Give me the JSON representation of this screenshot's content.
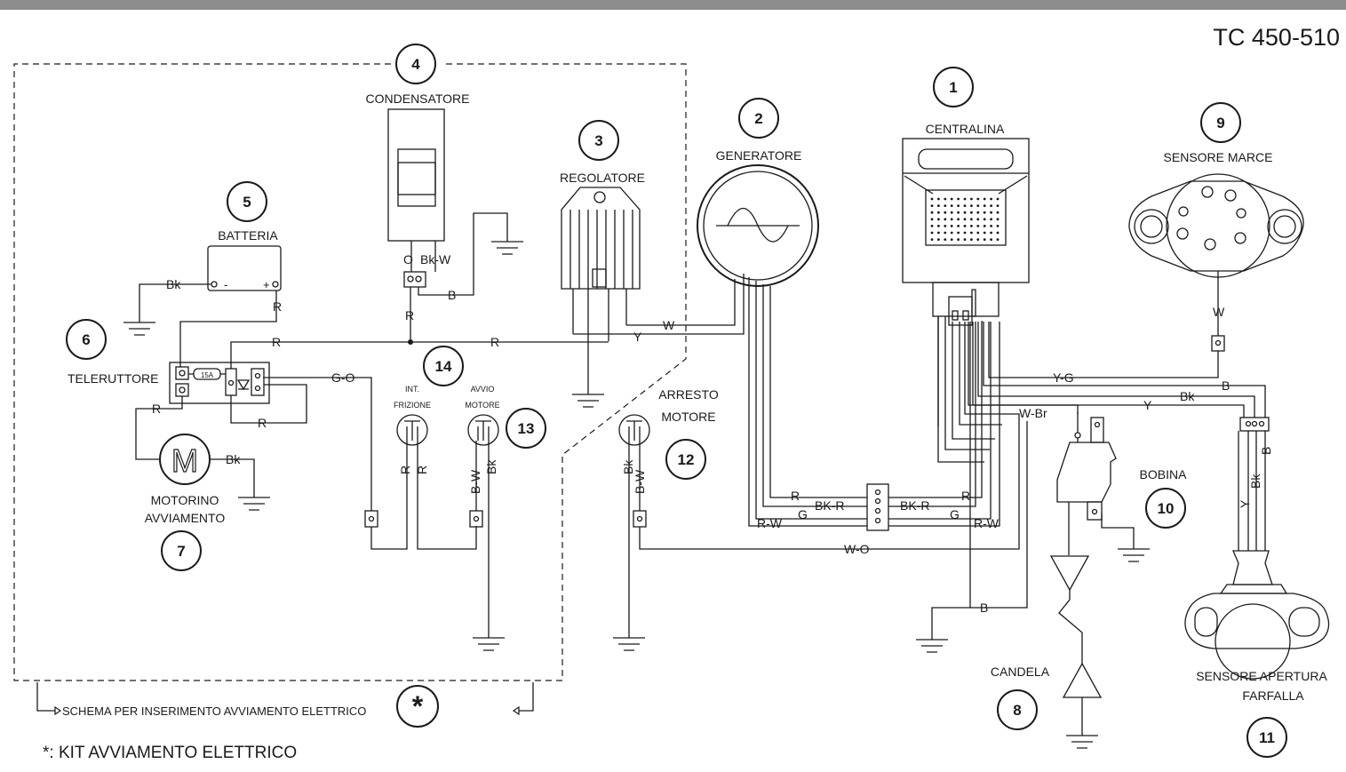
{
  "title": "TC 450-510",
  "footnote": "*: KIT AVVIAMENTO ELETTRICO",
  "note": "SCHEMA PER INSERIMENTO AVVIAMENTO ELETTRICO",
  "asterisk": "*",
  "components": [
    {
      "num": "1",
      "name": "CENTRALINA"
    },
    {
      "num": "2",
      "name": "GENERATORE"
    },
    {
      "num": "3",
      "name": "REGOLATORE"
    },
    {
      "num": "4",
      "name": "CONDENSATORE"
    },
    {
      "num": "5",
      "name": "BATTERIA"
    },
    {
      "num": "6",
      "name": "TELERUTTORE"
    },
    {
      "num": "7",
      "name": "MOTORINO",
      "name2": "AVVIAMENTO"
    },
    {
      "num": "8",
      "name": "CANDELA"
    },
    {
      "num": "9",
      "name": "SENSORE MARCE"
    },
    {
      "num": "10",
      "name": "BOBINA"
    },
    {
      "num": "11",
      "name": "SENSORE APERTURA",
      "name2": "FARFALLA"
    },
    {
      "num": "12",
      "name": "ARRESTO",
      "name2": "MOTORE"
    },
    {
      "num": "13",
      "name": "AVVIO",
      "name2": "MOTORE"
    },
    {
      "num": "14",
      "name": "INT.",
      "name2": "FRIZIONE"
    }
  ],
  "fuse_label": "15A",
  "motor_symbol": "M",
  "battery": {
    "minus": "-",
    "plus": "+"
  },
  "wires": {
    "bk": "Bk",
    "r": "R",
    "o": "O",
    "bkw": "Bk-W",
    "b": "B",
    "w": "W",
    "y": "Y",
    "go": "G-O",
    "bw": "B-W",
    "wo": "W-O",
    "wbr": "W-Br",
    "yg": "Y-G",
    "bkr": "BK-R",
    "g": "G",
    "rw": "R-W"
  }
}
